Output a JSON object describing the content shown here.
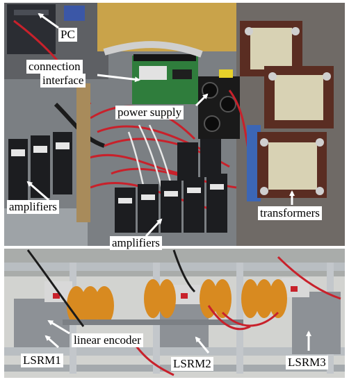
{
  "labels": {
    "pc": "PC",
    "connection_interface_line1": "connection",
    "connection_interface_line2": "interface",
    "power_supply": "power supply",
    "amplifiers_left": "amplifiers",
    "amplifiers_bottom": "amplifiers",
    "transformers": "transformers",
    "linear_encoder": "linear encoder",
    "lsrm1": "LSRM1",
    "lsrm2": "LSRM2",
    "lsrm3": "LSRM3"
  },
  "colors": {
    "background_top": "#7b7f83",
    "background_bottom": "#d2d3d0",
    "wire_red": "#c8212b",
    "driver_black": "#1c1d20",
    "transformer_frame": "#5a2d22",
    "transformer_core": "#d8d2b4",
    "coil_orange": "#d88a20",
    "aluminum_rail": "#b9bec2",
    "pcb_green": "#2f7d3c",
    "arrow_white": "#ffffff",
    "label_background": "#ffffff"
  }
}
